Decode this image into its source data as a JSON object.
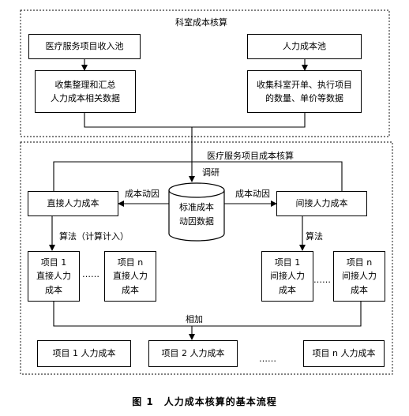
{
  "sections": {
    "dept": "科室成本核算",
    "project": "医疗服务项目成本核算"
  },
  "boxes": {
    "revenue_pool": "医疗服务项目收入池",
    "labor_pool": "人力成本池",
    "collect_left_1": "收集整理和汇总",
    "collect_left_2": "人力成本相关数据",
    "collect_right_1": "收集科室开单、执行项目",
    "collect_right_2": "的数量、单价等数据",
    "direct_cost": "直接人力成本",
    "indirect_cost": "间接人力成本",
    "db_1": "标准成本",
    "db_2": "动因数据",
    "p1_direct": [
      "项目 1",
      "直接人力",
      "成本"
    ],
    "pn_direct": [
      "项目 n",
      "直接人力",
      "成本"
    ],
    "p1_indirect": [
      "项目 1",
      "间接人力",
      "成本"
    ],
    "pn_indirect": [
      "项目 n",
      "间接人力",
      "成本"
    ],
    "res_1": "项目 1 人力成本",
    "res_2": "项目 2 人力成本",
    "res_n": "项目 n 人力成本"
  },
  "labels": {
    "survey": "调研",
    "driver_left": "成本动因",
    "driver_right": "成本动因",
    "algo_left": "算法（计算计入）",
    "algo_right": "算法",
    "sum": "相加",
    "dots_left": "……",
    "dots_right": "……",
    "dots_bottom": "……"
  },
  "caption": "图 1　人力成本核算的基本流程"
}
